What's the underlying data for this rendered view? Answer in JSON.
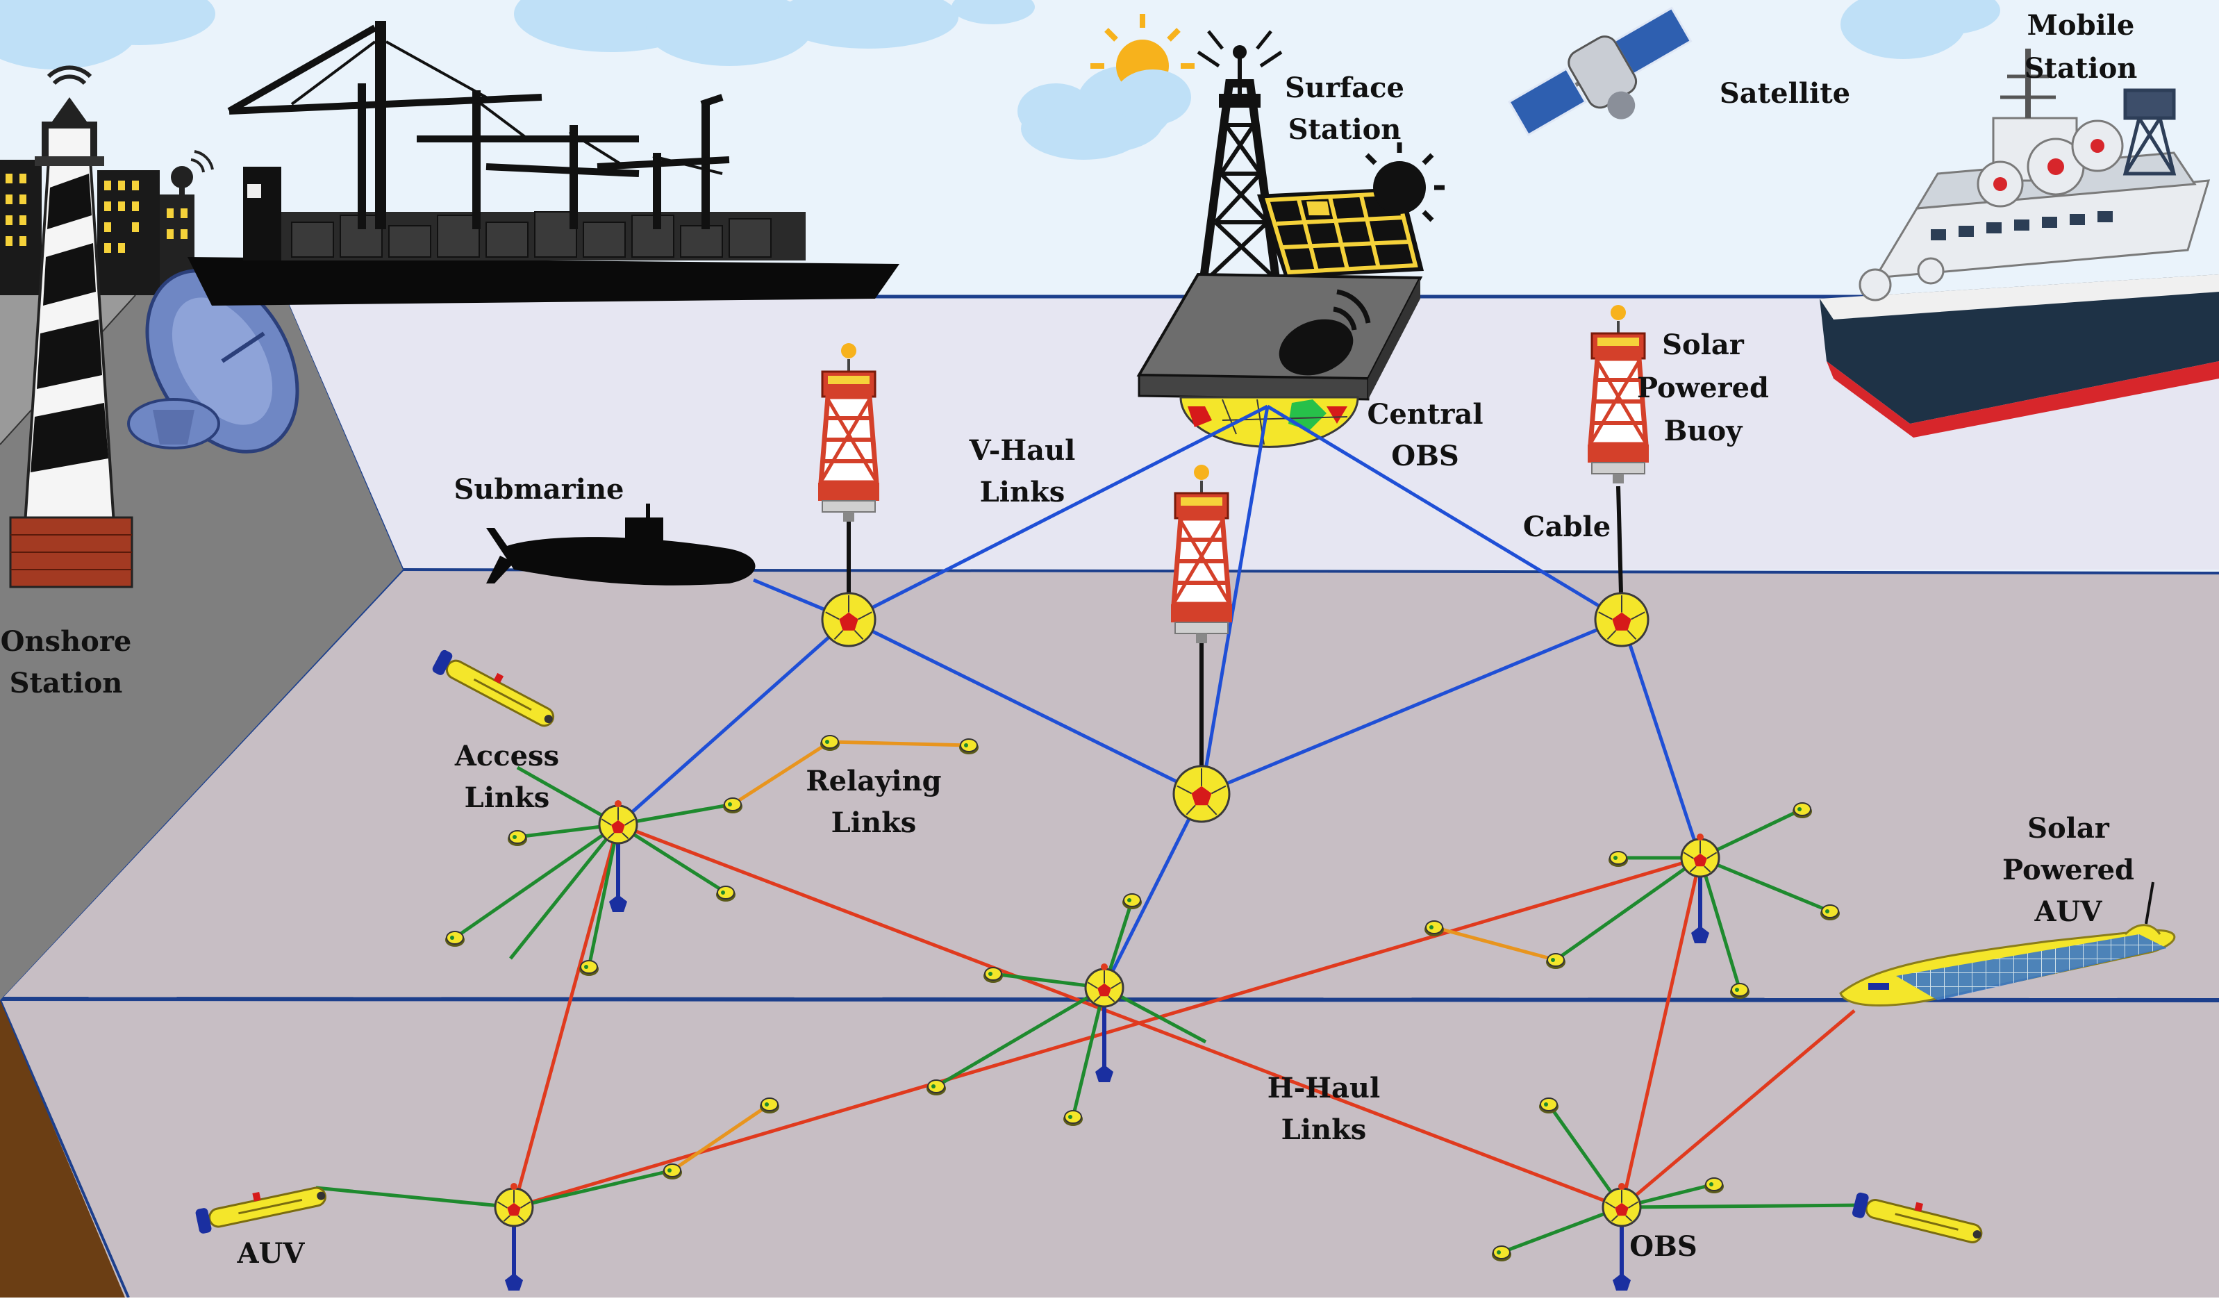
{
  "labels": {
    "surface_station": [
      "Surface",
      "Station"
    ],
    "satellite": "Satellite",
    "mobile_station": [
      "Mobile",
      "Station"
    ],
    "solar_buoy": [
      "Solar",
      "Powered",
      "Buoy"
    ],
    "central_obs": [
      "Central",
      "OBS"
    ],
    "vhaul": [
      "V-Haul",
      "Links"
    ],
    "submarine": "Submarine",
    "cable": "Cable",
    "onshore": [
      "Onshore",
      "Station"
    ],
    "access": [
      "Access",
      "Links"
    ],
    "relaying": [
      "Relaying",
      "Links"
    ],
    "solar_auv": [
      "Solar",
      "Powered",
      "AUV"
    ],
    "hhaul": [
      "H-Haul",
      "Links"
    ],
    "auv": "AUV",
    "obs": "OBS"
  },
  "colors": {
    "sky": "#eaf3fb",
    "cloud": "#bfe0f7",
    "water_surface": "#e6e6f2",
    "seabed": "#c7bec4",
    "shore": "#7f7f7f",
    "cliff": "#6b3e14",
    "vhaul_link": "#1f4fd6",
    "hhaul_link": "#e03a1e",
    "access_link": "#1e8a2e",
    "relay_link": "#e8951e",
    "obs_yellow": "#f4e62a",
    "obs_red": "#d61a1a",
    "sensor_blue": "#1a2fa0"
  },
  "icons": [
    "lighthouse-icon",
    "cargo-ship-icon",
    "dish-antenna-icon",
    "sun-icon",
    "radio-tower-icon",
    "solar-panel-icon",
    "satellite-icon",
    "research-vessel-icon",
    "buoy-icon",
    "submarine-icon",
    "auv-icon",
    "solar-auv-icon",
    "obs-node-icon",
    "sensor-icon"
  ]
}
